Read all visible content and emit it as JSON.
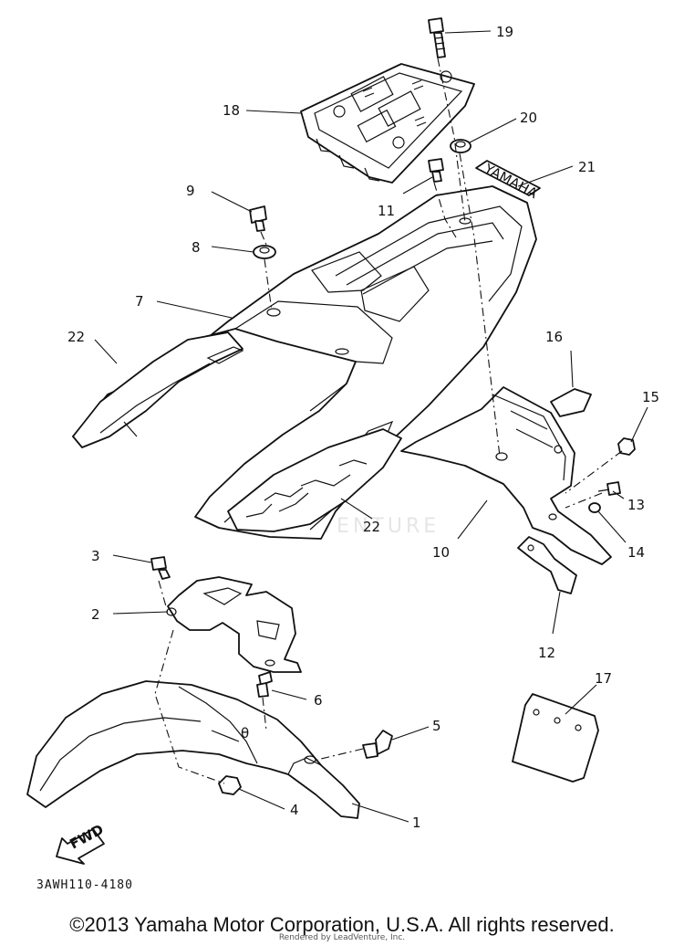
{
  "diagram": {
    "callouts": {
      "p1": "1",
      "p2": "2",
      "p3": "3",
      "p4": "4",
      "p5": "5",
      "p6": "6",
      "p7": "7",
      "p8": "8",
      "p9": "9",
      "p10": "10",
      "p11": "11",
      "p12": "12",
      "p13": "13",
      "p14": "14",
      "p15": "15",
      "p16": "16",
      "p17": "17",
      "p18": "18",
      "p19": "19",
      "p20": "20",
      "p21": "21",
      "p22a": "22",
      "p22b": "22"
    },
    "fwd_label": "FWD",
    "decal_text": "YAMAHA",
    "watermark": "VENTURE",
    "diagram_code": "3AWH110-4180"
  },
  "footer": {
    "copyright": "©2013 Yamaha Motor Corporation, U.S.A. All rights reserved.",
    "rendered_by": "Rendered by LeadVenture, Inc."
  }
}
